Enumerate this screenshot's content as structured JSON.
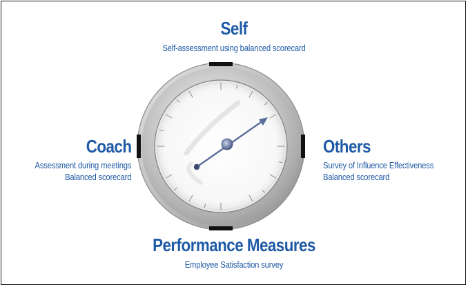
{
  "self": {
    "title": "Self",
    "subtitle": "Self-assessment using balanced scorecard"
  },
  "coach": {
    "title": "Coach",
    "lines": [
      "Assessment during meetings",
      "Balanced scorecard"
    ]
  },
  "others": {
    "title": "Others",
    "lines": [
      "Survey of Influence Effectiveness",
      "Balanced scorecard"
    ]
  },
  "performance": {
    "title": "Performance Measures",
    "subtitle": "Employee Satisfaction survey"
  },
  "colors": {
    "accent": "#1f5aa6",
    "marker": "#111111",
    "ring": "#b9b9b9",
    "needle": "#5b6e9a"
  }
}
